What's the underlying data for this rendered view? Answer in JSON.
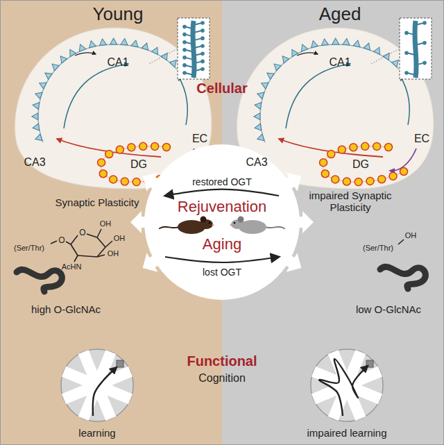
{
  "diagram": {
    "nodes": [
      {
        "text": [
          "Young"
        ]
      },
      {
        "text": [
          "Aged"
        ]
      },
      {
        "text": [
          "Rejuvenation",
          "Aging"
        ]
      }
    ],
    "labels": [
      "CA1",
      "CA3",
      "DG",
      "EC",
      "CA1",
      "CA3",
      "DG",
      "EC",
      "Cellular",
      "Synaptic Plasticity",
      "impaired Synaptic Plasticity",
      "restored OGT",
      "lost OGT",
      "(Ser/Thr)",
      "O",
      "O",
      "OH",
      "OH",
      "OH",
      "AcHN",
      "high O-GlcNAc",
      "(Ser/Thr)",
      "OH",
      "low O-GlcNAc",
      "Functional",
      "Cognition",
      "learning",
      "impaired learning"
    ]
  }
}
